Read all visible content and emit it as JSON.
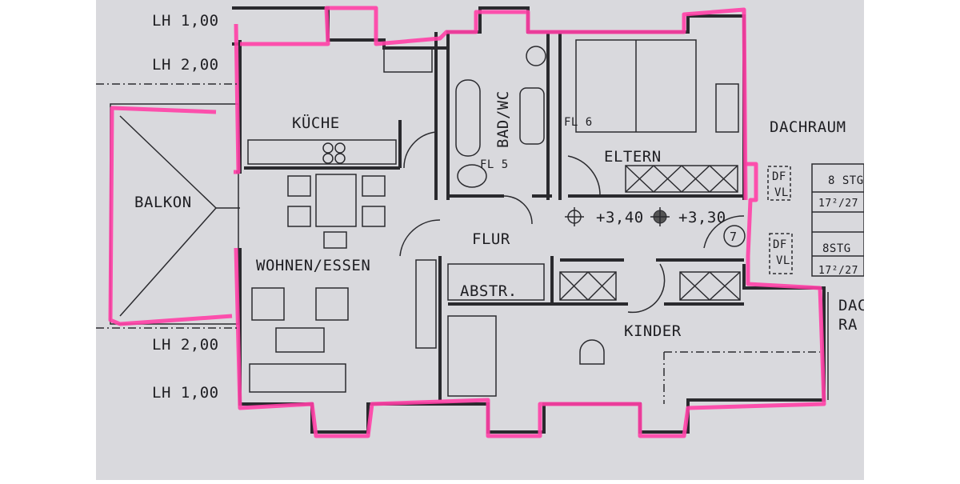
{
  "colors": {
    "paper": "#d9d9dd",
    "ink": "#2a2a2e",
    "highlight": "#ff3fa6"
  },
  "ceiling_heights": {
    "top_1": "LH 1,00",
    "top_2": "LH 2,00",
    "bottom_2": "LH 2,00",
    "bottom_1": "LH 1,00"
  },
  "rooms": {
    "kitchen": "KÜCHE",
    "bath": "BAD/WC",
    "parents": "ELTERN",
    "attic": "DACHRAUM",
    "balcony": "BALKON",
    "hall": "FLUR",
    "living": "WOHNEN/ESSEN",
    "storage": "ABSTR.",
    "kids": "KINDER",
    "attic_partial_1": "DAC",
    "attic_partial_2": "RA"
  },
  "markers": {
    "fl5": "FL 5",
    "fl6": "FL 6",
    "level_1": "+3,40",
    "level_2": "+3,30",
    "circle_number": "7",
    "df1": "DF",
    "vl1": "VL",
    "df2": "DF",
    "vl2": "VL",
    "stairs_top": "8 STG",
    "stairs_top_ratio": "17²/27",
    "stairs_bottom": "8STG",
    "stairs_bottom_ratio": "17²/27"
  }
}
